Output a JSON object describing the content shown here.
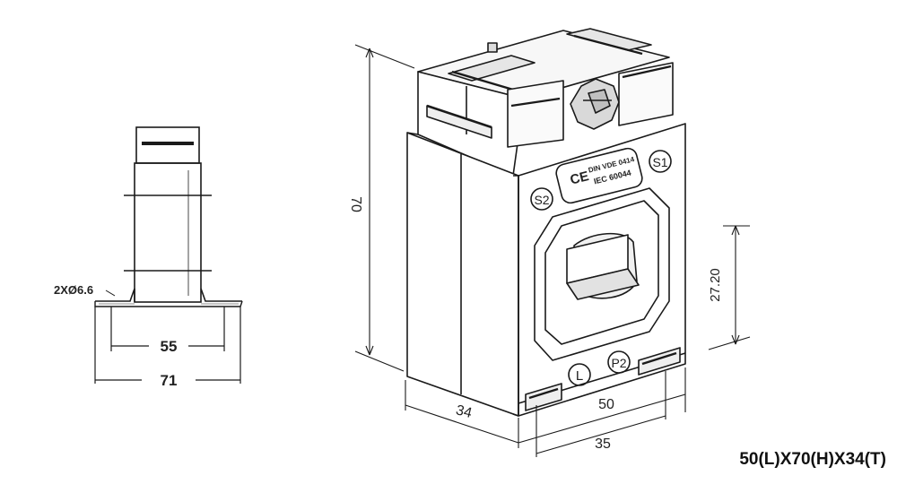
{
  "side_view": {
    "hole_label": "2XØ6.6",
    "dim_inner": "55",
    "dim_outer": "71"
  },
  "iso_view": {
    "dim_height": "70",
    "dim_depth": "34",
    "dim_width": "50",
    "dim_foot": "35",
    "dim_window": "27.20",
    "label_s1": "S1",
    "label_s2": "S2",
    "label_p2": "P2",
    "label_l": "L",
    "label_ce": "CE",
    "label_din": "DIN VDE 0414",
    "label_iec": "IEC 60044"
  },
  "caption": "50(L)X70(H)X34(T)"
}
